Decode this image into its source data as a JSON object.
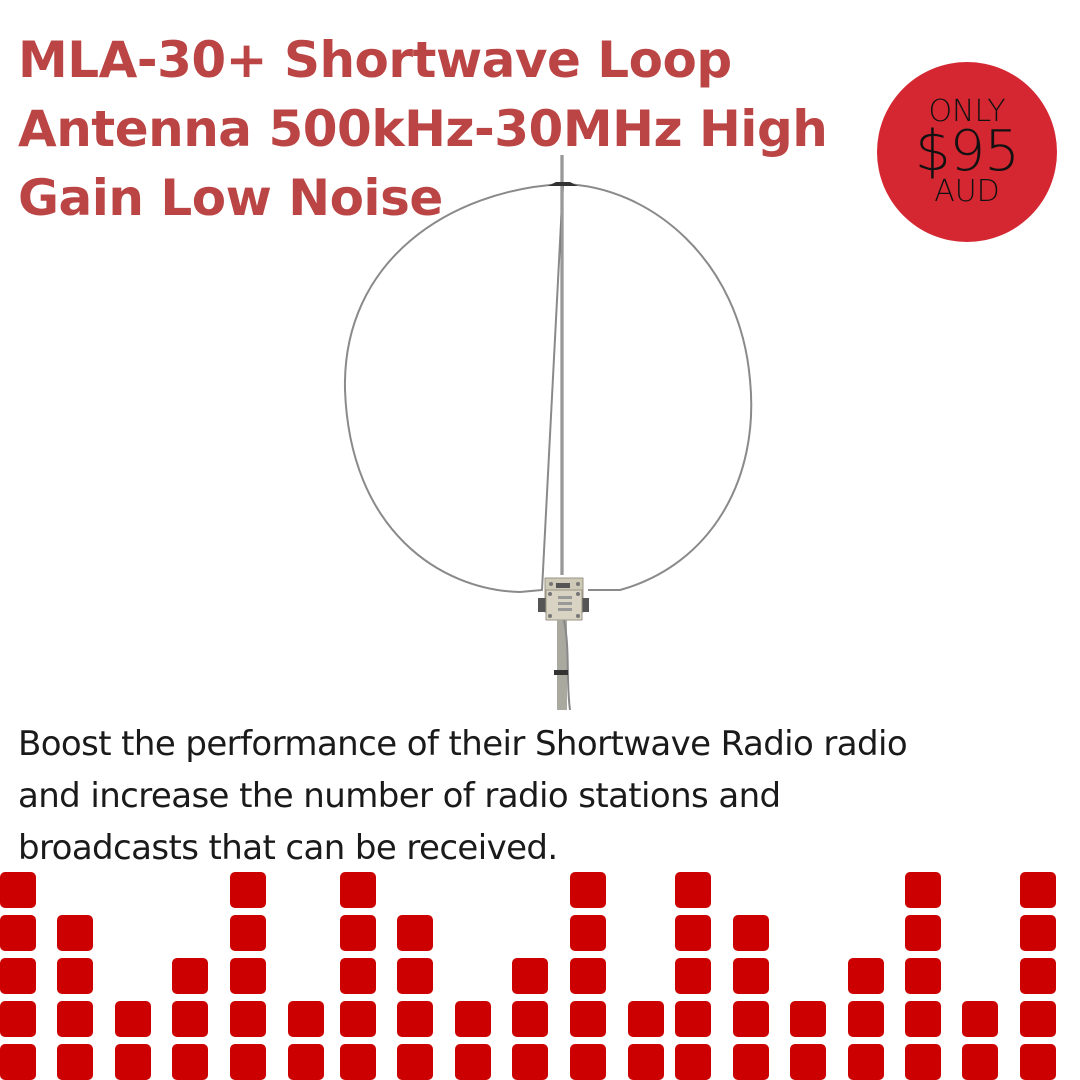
{
  "title": {
    "lines": [
      "MLA-30+ Shortwave Loop",
      "Antenna 500kHz-30MHz High",
      "Gain Low Noise"
    ],
    "full": "MLA-30+ Shortwave Loop Antenna 500kHz-30MHz High Gain Low Noise",
    "color": "#bb4444"
  },
  "price_badge": {
    "prefix": "ONLY",
    "price": "$95",
    "currency": "AUD",
    "background": "#d42732"
  },
  "product_image": {
    "icon": "loop-antenna-icon",
    "description": "Magnetic loop antenna with mast and amplifier box"
  },
  "description": {
    "lines": [
      "Boost the performance of their Shortwave Radio radio",
      "and increase the number of radio stations and",
      "broadcasts that can be received."
    ]
  },
  "equalizer": {
    "icon": "equalizer-bars-icon",
    "color": "#cc0000",
    "column_x": [
      0,
      57,
      115,
      172,
      230,
      288,
      340,
      397,
      455,
      512,
      570,
      628,
      675,
      733,
      790,
      848,
      905,
      962,
      1020
    ],
    "column_heights": [
      5,
      4,
      2,
      3,
      5,
      2,
      5,
      4,
      2,
      3,
      5,
      2,
      5,
      4,
      2,
      3,
      5,
      2,
      5
    ]
  }
}
